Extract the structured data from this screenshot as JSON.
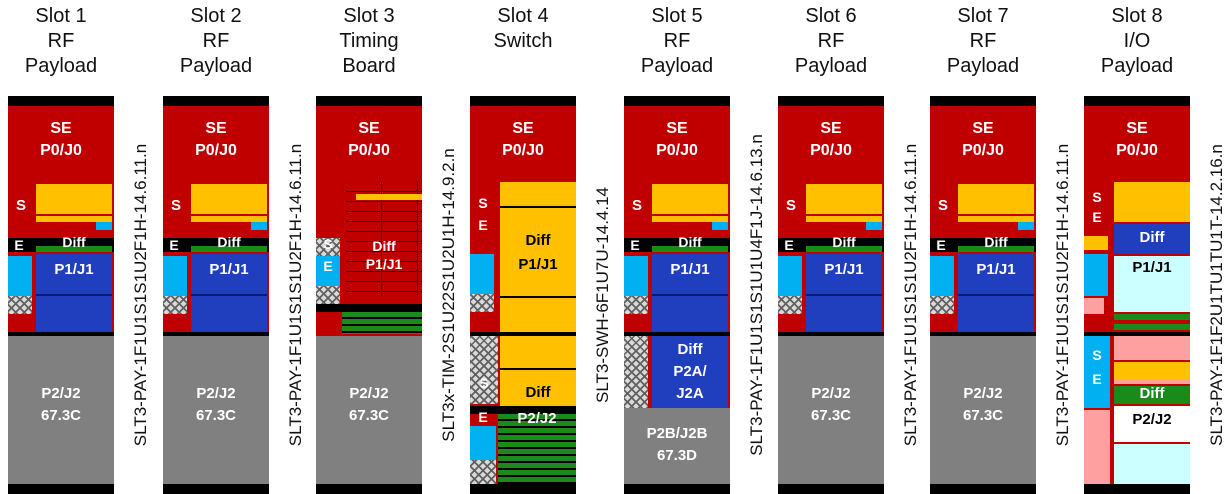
{
  "slots": [
    {
      "title": [
        "Slot 1",
        "RF",
        "Payload"
      ],
      "part": "SLT3-PAY-1F1U1S1S1U2F1H-14.6.11.n",
      "type": "rf",
      "labels": {
        "top": "SE\nP0/J0",
        "s": "S",
        "e": "E",
        "diff": "Diff",
        "p1": "P1/J1",
        "p2": "P2/J2\n67.3C"
      }
    },
    {
      "title": [
        "Slot 2",
        "RF",
        "Payload"
      ],
      "part": "SLT3-PAY-1F1U1S1S1U2F1H-14.6.11.n",
      "type": "rf",
      "labels": {
        "top": "SE\nP0/J0",
        "s": "S",
        "e": "E",
        "diff": "Diff",
        "p1": "P1/J1",
        "p2": "P2/J2\n67.3C"
      }
    },
    {
      "title": [
        "Slot 3",
        "Timing",
        "Board"
      ],
      "part": "SLT3x-TIM-2S1U22S1U2U1H-14.9.2.n",
      "type": "timing",
      "labels": {
        "top": "SE\nP0/J0",
        "s": "S",
        "e": "E",
        "diff": "Diff",
        "p1": "P1/J1",
        "p2": "P2/J2\n67.3C"
      }
    },
    {
      "title": [
        "Slot 4",
        "Switch"
      ],
      "part": "SLT3-SWH-6F1U7U-14.4.14",
      "type": "switch",
      "labels": {
        "top": "SE\nP0/J0",
        "s": "S",
        "e": "E",
        "diff": "Diff",
        "p1": "P1/J1",
        "diff2": "Diff",
        "s2": "S",
        "e2": "E",
        "p2": "P2/J2"
      }
    },
    {
      "title": [
        "Slot 5",
        "RF",
        "Payload"
      ],
      "part": "SLT3-PAY-1F1U1S1S1U1U4F1J-14.6.13.n",
      "type": "rf2",
      "labels": {
        "top": "SE\nP0/J0",
        "s": "S",
        "e": "E",
        "diff": "Diff",
        "p1": "P1/J1",
        "p2a": "Diff\nP2A/\nJ2A",
        "p2": "P2B/J2B\n67.3D"
      }
    },
    {
      "title": [
        "Slot 6",
        "RF",
        "Payload"
      ],
      "part": "SLT3-PAY-1F1U1S1S1U2F1H-14.6.11.n",
      "type": "rf",
      "labels": {
        "top": "SE\nP0/J0",
        "s": "S",
        "e": "E",
        "diff": "Diff",
        "p1": "P1/J1",
        "p2": "P2/J2\n67.3C"
      }
    },
    {
      "title": [
        "Slot 7",
        "RF",
        "Payload"
      ],
      "part": "SLT3-PAY-1F1U1S1S1U2F1H-14.6.11.n",
      "type": "rf",
      "labels": {
        "top": "SE\nP0/J0",
        "s": "S",
        "e": "E",
        "diff": "Diff",
        "p1": "P1/J1",
        "p2": "P2/J2\n67.3C"
      }
    },
    {
      "title": [
        "Slot 8",
        "I/O",
        "Payload"
      ],
      "part": "SLT3-PAY-1F1F2U1TU1TU1T-14.2.16.n",
      "type": "io",
      "labels": {
        "top": "SE\nP0/J0",
        "s": "S",
        "e": "E",
        "diff": "Diff",
        "p1": "P1/J1",
        "s2": "S",
        "e2": "E",
        "diff2": "Diff",
        "p2": "P2/J2"
      }
    }
  ],
  "colors": {
    "red": "#c00000",
    "yellow": "#ffc000",
    "blue": "#1f3fbf",
    "cyan": "#00b0f0",
    "gray": "#808080",
    "green": "#1a8a1a",
    "black": "#000000",
    "pink": "#ffa0a0",
    "lightcyan": "#ccffff"
  }
}
